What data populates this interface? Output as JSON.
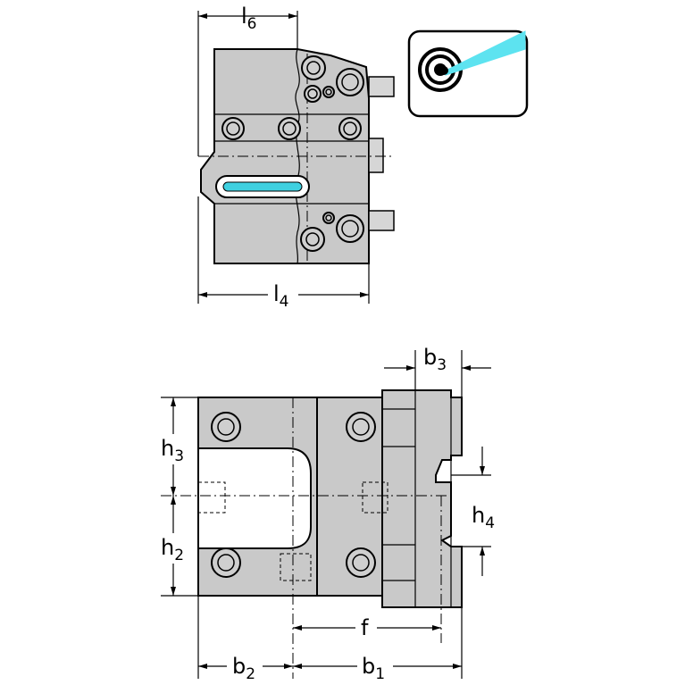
{
  "dimensions": {
    "l6": {
      "main": "l",
      "sub": "6"
    },
    "l4": {
      "main": "l",
      "sub": "4"
    },
    "b3": {
      "main": "b",
      "sub": "3"
    },
    "h3": {
      "main": "h",
      "sub": "3"
    },
    "h2": {
      "main": "h",
      "sub": "2"
    },
    "h4": {
      "main": "h",
      "sub": "4"
    },
    "f": {
      "main": "f",
      "sub": ""
    },
    "b2": {
      "main": "b",
      "sub": "2"
    },
    "b1": {
      "main": "b",
      "sub": "1"
    }
  },
  "colors": {
    "body": "#c9c9c9",
    "coolant_slot": "#3fd0e0",
    "coolant_jet": "#5de3f0",
    "icon_border": "#000000"
  },
  "icons": {
    "coolant_badge": "internal-coolant-target-icon"
  }
}
